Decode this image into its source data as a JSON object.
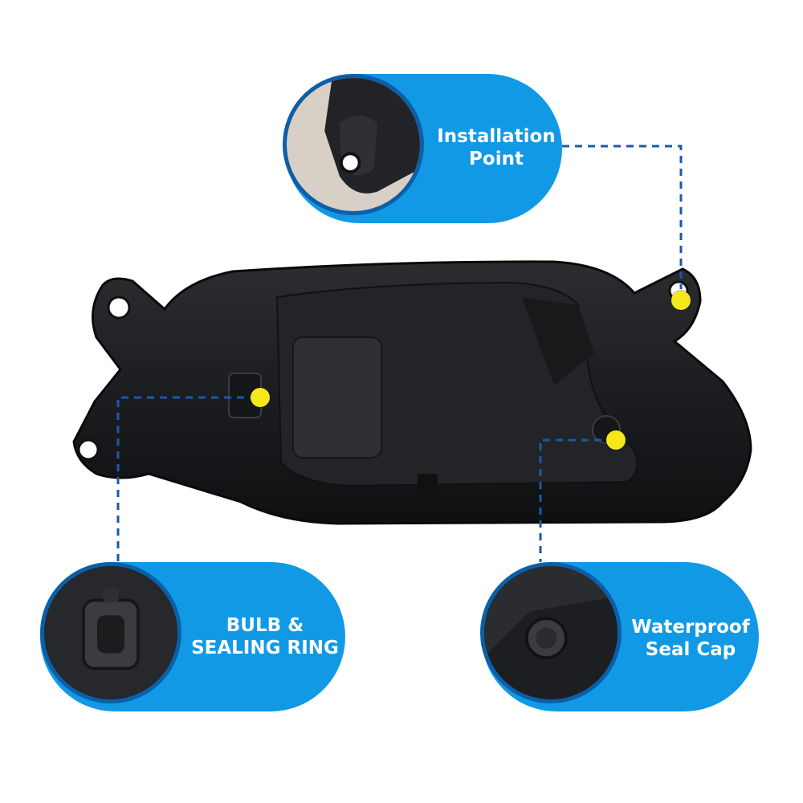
{
  "callouts": [
    {
      "id": "installation-point",
      "label": "Installation\nPoint"
    },
    {
      "id": "bulb-sealing-ring",
      "label": "BULB &\nSEALING RING"
    },
    {
      "id": "waterproof-seal-cap",
      "label": "Waterproof\nSeal Cap"
    }
  ],
  "colors": {
    "accent": "#1199e6",
    "ring": "#0b5fa8",
    "marker": "#f4e81b",
    "leader": "#1a5aa8"
  }
}
